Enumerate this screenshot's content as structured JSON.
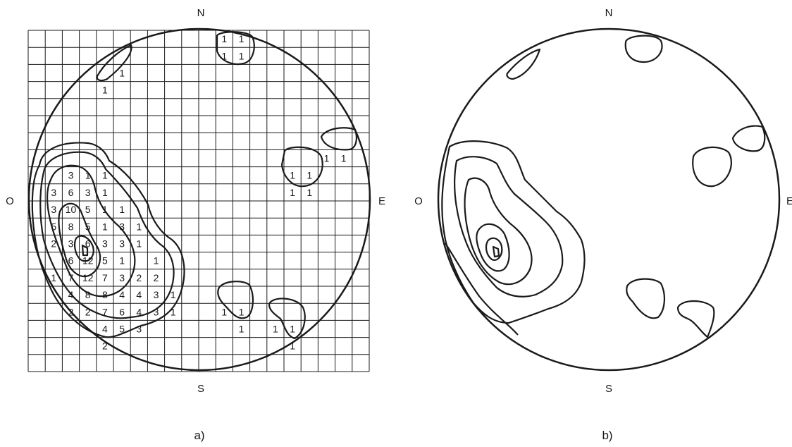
{
  "colors": {
    "ink": "#1a1a1a",
    "background": "#ffffff"
  },
  "panels": [
    {
      "caption": "a)",
      "directions": {
        "north": "N",
        "south": "S",
        "west": "O",
        "east": "E"
      },
      "grid_counts": [
        {
          "r": 0,
          "c": 11,
          "v": "1"
        },
        {
          "r": 0,
          "c": 12,
          "v": "1"
        },
        {
          "r": 1,
          "c": 11,
          "v": "1"
        },
        {
          "r": 1,
          "c": 12,
          "v": "1"
        },
        {
          "r": 2,
          "c": 5,
          "v": "1"
        },
        {
          "r": 3,
          "c": 4,
          "v": "1"
        },
        {
          "r": 7,
          "c": 17,
          "v": "1"
        },
        {
          "r": 7,
          "c": 18,
          "v": "1"
        },
        {
          "r": 8,
          "c": 2,
          "v": "3"
        },
        {
          "r": 8,
          "c": 3,
          "v": "1"
        },
        {
          "r": 8,
          "c": 4,
          "v": "1"
        },
        {
          "r": 8,
          "c": 15,
          "v": "1"
        },
        {
          "r": 8,
          "c": 16,
          "v": "1"
        },
        {
          "r": 9,
          "c": 1,
          "v": "3"
        },
        {
          "r": 9,
          "c": 2,
          "v": "6"
        },
        {
          "r": 9,
          "c": 3,
          "v": "3"
        },
        {
          "r": 9,
          "c": 4,
          "v": "1"
        },
        {
          "r": 9,
          "c": 15,
          "v": "1"
        },
        {
          "r": 9,
          "c": 16,
          "v": "1"
        },
        {
          "r": 10,
          "c": 1,
          "v": "3"
        },
        {
          "r": 10,
          "c": 2,
          "v": "10"
        },
        {
          "r": 10,
          "c": 3,
          "v": "5"
        },
        {
          "r": 10,
          "c": 4,
          "v": "1"
        },
        {
          "r": 10,
          "c": 5,
          "v": "1"
        },
        {
          "r": 11,
          "c": 1,
          "v": "5"
        },
        {
          "r": 11,
          "c": 2,
          "v": "8"
        },
        {
          "r": 11,
          "c": 3,
          "v": "5"
        },
        {
          "r": 11,
          "c": 4,
          "v": "1"
        },
        {
          "r": 11,
          "c": 5,
          "v": "3"
        },
        {
          "r": 11,
          "c": 6,
          "v": "1"
        },
        {
          "r": 12,
          "c": 1,
          "v": "2"
        },
        {
          "r": 12,
          "c": 2,
          "v": "3"
        },
        {
          "r": 12,
          "c": 3,
          "v": "6"
        },
        {
          "r": 12,
          "c": 4,
          "v": "3"
        },
        {
          "r": 12,
          "c": 5,
          "v": "3"
        },
        {
          "r": 12,
          "c": 6,
          "v": "1"
        },
        {
          "r": 13,
          "c": 2,
          "v": "6"
        },
        {
          "r": 13,
          "c": 3,
          "v": "12"
        },
        {
          "r": 13,
          "c": 4,
          "v": "5"
        },
        {
          "r": 13,
          "c": 5,
          "v": "1"
        },
        {
          "r": 13,
          "c": 7,
          "v": "1"
        },
        {
          "r": 14,
          "c": 1,
          "v": "1"
        },
        {
          "r": 14,
          "c": 2,
          "v": "7"
        },
        {
          "r": 14,
          "c": 3,
          "v": "12"
        },
        {
          "r": 14,
          "c": 4,
          "v": "7"
        },
        {
          "r": 14,
          "c": 5,
          "v": "3"
        },
        {
          "r": 14,
          "c": 6,
          "v": "2"
        },
        {
          "r": 14,
          "c": 7,
          "v": "2"
        },
        {
          "r": 15,
          "c": 2,
          "v": "4"
        },
        {
          "r": 15,
          "c": 3,
          "v": "8"
        },
        {
          "r": 15,
          "c": 4,
          "v": "8"
        },
        {
          "r": 15,
          "c": 5,
          "v": "4"
        },
        {
          "r": 15,
          "c": 6,
          "v": "4"
        },
        {
          "r": 15,
          "c": 7,
          "v": "3"
        },
        {
          "r": 15,
          "c": 8,
          "v": "1"
        },
        {
          "r": 16,
          "c": 2,
          "v": "2"
        },
        {
          "r": 16,
          "c": 3,
          "v": "2"
        },
        {
          "r": 16,
          "c": 4,
          "v": "7"
        },
        {
          "r": 16,
          "c": 5,
          "v": "6"
        },
        {
          "r": 16,
          "c": 6,
          "v": "4"
        },
        {
          "r": 16,
          "c": 7,
          "v": "3"
        },
        {
          "r": 16,
          "c": 8,
          "v": "1"
        },
        {
          "r": 16,
          "c": 11,
          "v": "1"
        },
        {
          "r": 16,
          "c": 12,
          "v": "1"
        },
        {
          "r": 17,
          "c": 4,
          "v": "4"
        },
        {
          "r": 17,
          "c": 5,
          "v": "5"
        },
        {
          "r": 17,
          "c": 6,
          "v": "3"
        },
        {
          "r": 17,
          "c": 12,
          "v": "1"
        },
        {
          "r": 17,
          "c": 14,
          "v": "1"
        },
        {
          "r": 17,
          "c": 15,
          "v": "1"
        },
        {
          "r": 18,
          "c": 4,
          "v": "2"
        },
        {
          "r": 18,
          "c": 15,
          "v": "1"
        }
      ]
    },
    {
      "caption": "b)",
      "directions": {
        "north": "N",
        "south": "S",
        "west": "O",
        "east": "E"
      }
    }
  ]
}
